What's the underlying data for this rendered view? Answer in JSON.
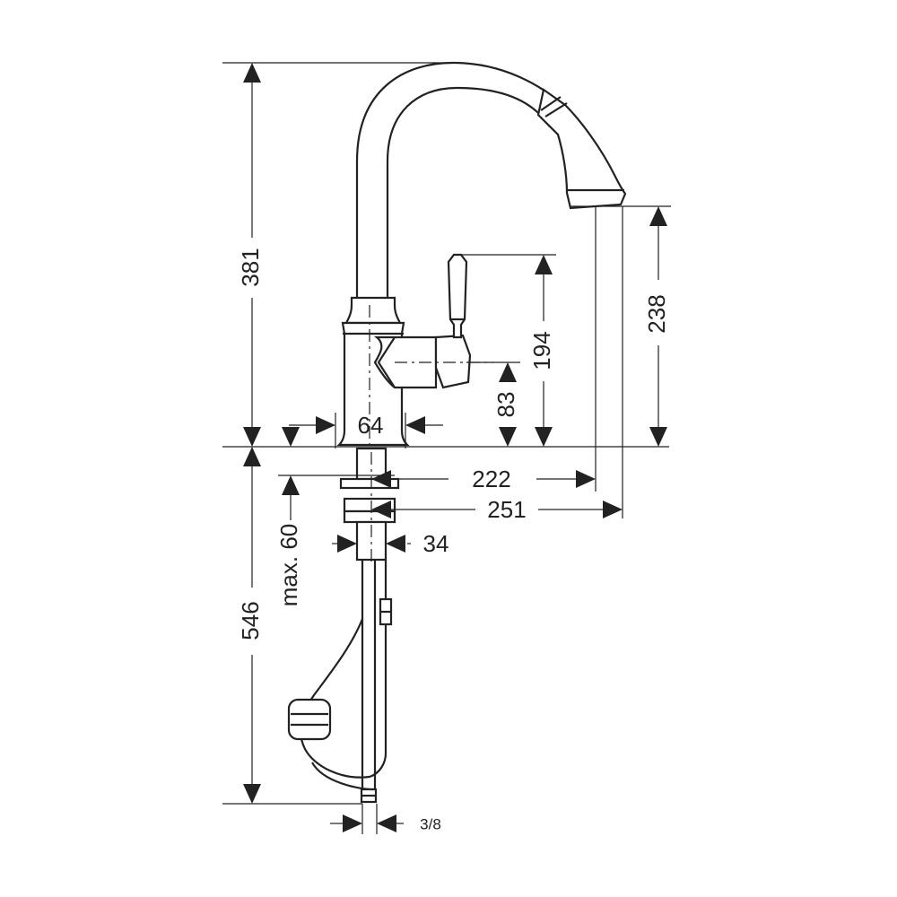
{
  "dimensions": {
    "height_total": "381",
    "spout_outlet_height": "238",
    "lever_height": "194",
    "handle_axis_height": "83",
    "base_diameter": "64",
    "reach_to_outlet": "222",
    "reach_to_spout_end": "251",
    "shank_diameter": "34",
    "max_deck_thickness": "max. 60",
    "hose_length": "546",
    "connection_thread": "3/8"
  },
  "colors": {
    "line": "#222222",
    "background": "#ffffff"
  }
}
